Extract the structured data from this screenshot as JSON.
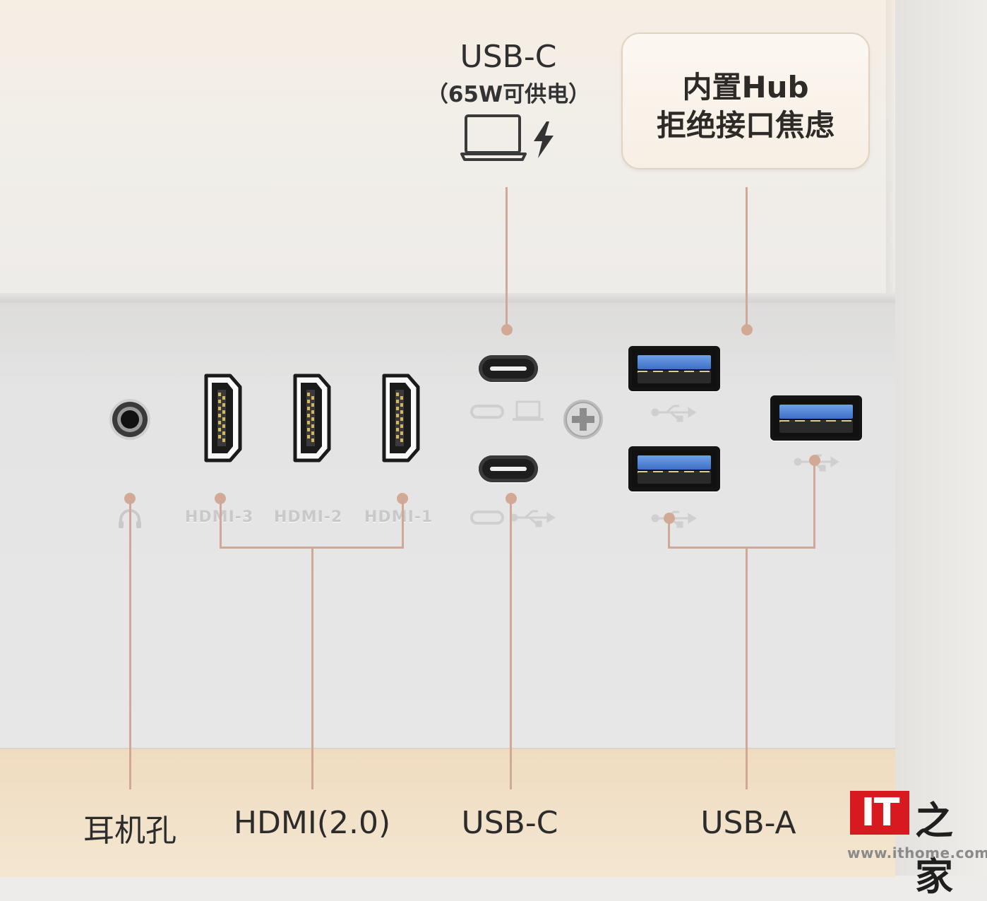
{
  "callouts": {
    "usbc_top": {
      "title": "USB-C",
      "subtitle": "（65W可供电）"
    },
    "hub": {
      "line1": "内置Hub",
      "line2": "拒绝接口焦虑"
    }
  },
  "port_markings": {
    "hdmi_3": "HDMI-3",
    "hdmi_2": "HDMI-2",
    "hdmi_1": "HDMI-1"
  },
  "bottom_labels": {
    "headphone": "耳机孔",
    "hdmi": "HDMI(2.0)",
    "usbc": "USB-C",
    "usba": "USB-A"
  },
  "watermark": {
    "logo_it": "IT",
    "logo_home": "之家",
    "url": "www.ithome.com"
  },
  "colors": {
    "leader_line": "#cfa898",
    "bottom_band": "#f2e2cb",
    "usb3_blue": "#4d7fd6",
    "logo_red": "#d71920"
  },
  "icons": [
    "laptop-icon",
    "lightning-icon",
    "headphone-icon",
    "usb-symbol-icon",
    "screw-icon"
  ]
}
